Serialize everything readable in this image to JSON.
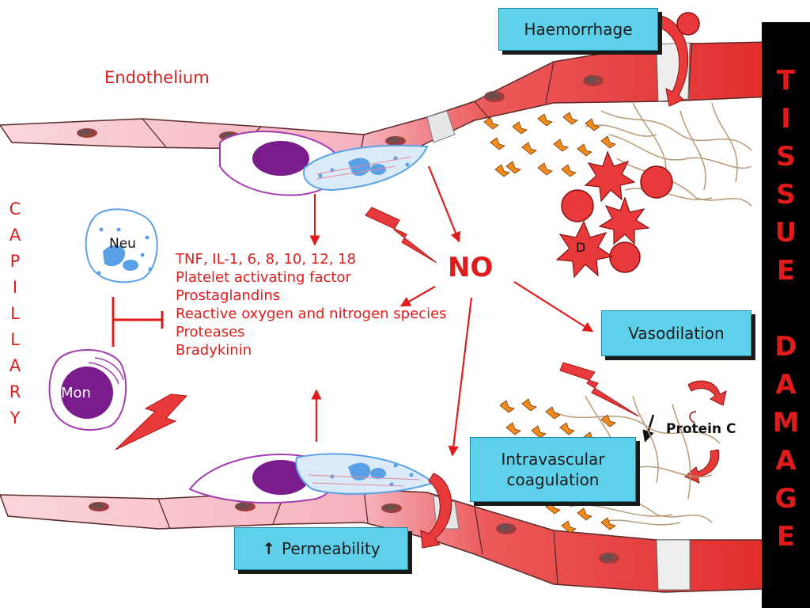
{
  "labels": {
    "endothelium": "Endothelium",
    "no": "NO",
    "protein_c": "Protein C",
    "neu": "Neu",
    "mon": "Mon",
    "d": "D"
  },
  "capillary_letters": [
    "C",
    "A",
    "P",
    "I",
    "L",
    "L",
    "A",
    "R",
    "Y"
  ],
  "tissue_damage_letters": [
    "T",
    "I",
    "S",
    "S",
    "U",
    "E",
    " ",
    "D",
    "A",
    "M",
    "A",
    "G",
    "E"
  ],
  "mediators": [
    "TNF, IL-1, 6, 8, 10, 12, 18",
    "Platelet activating factor",
    "Prostaglandins",
    "Reactive oxygen and nitrogen species",
    "Proteases",
    "Bradykinin"
  ],
  "boxes": {
    "haemorrhage": "Haemorrhage",
    "vasodilation": "Vasodilation",
    "intravascular_line1": "Intravascular",
    "intravascular_line2": "coagulation",
    "permeability_arrow": "↑",
    "permeability": "Permeability"
  },
  "colors": {
    "label_red": "#e01b1b",
    "box_cyan": "#5fd0ea",
    "cell_pink": "#f7c3cc",
    "cell_red": "#e83a3a",
    "nucleus_purple": "#7a1c8c",
    "neutrophil_blue": "#5aa0e6",
    "fibrin": "#b89a78",
    "platelet_orange": "#f08a1e",
    "bar_black": "#000000"
  }
}
